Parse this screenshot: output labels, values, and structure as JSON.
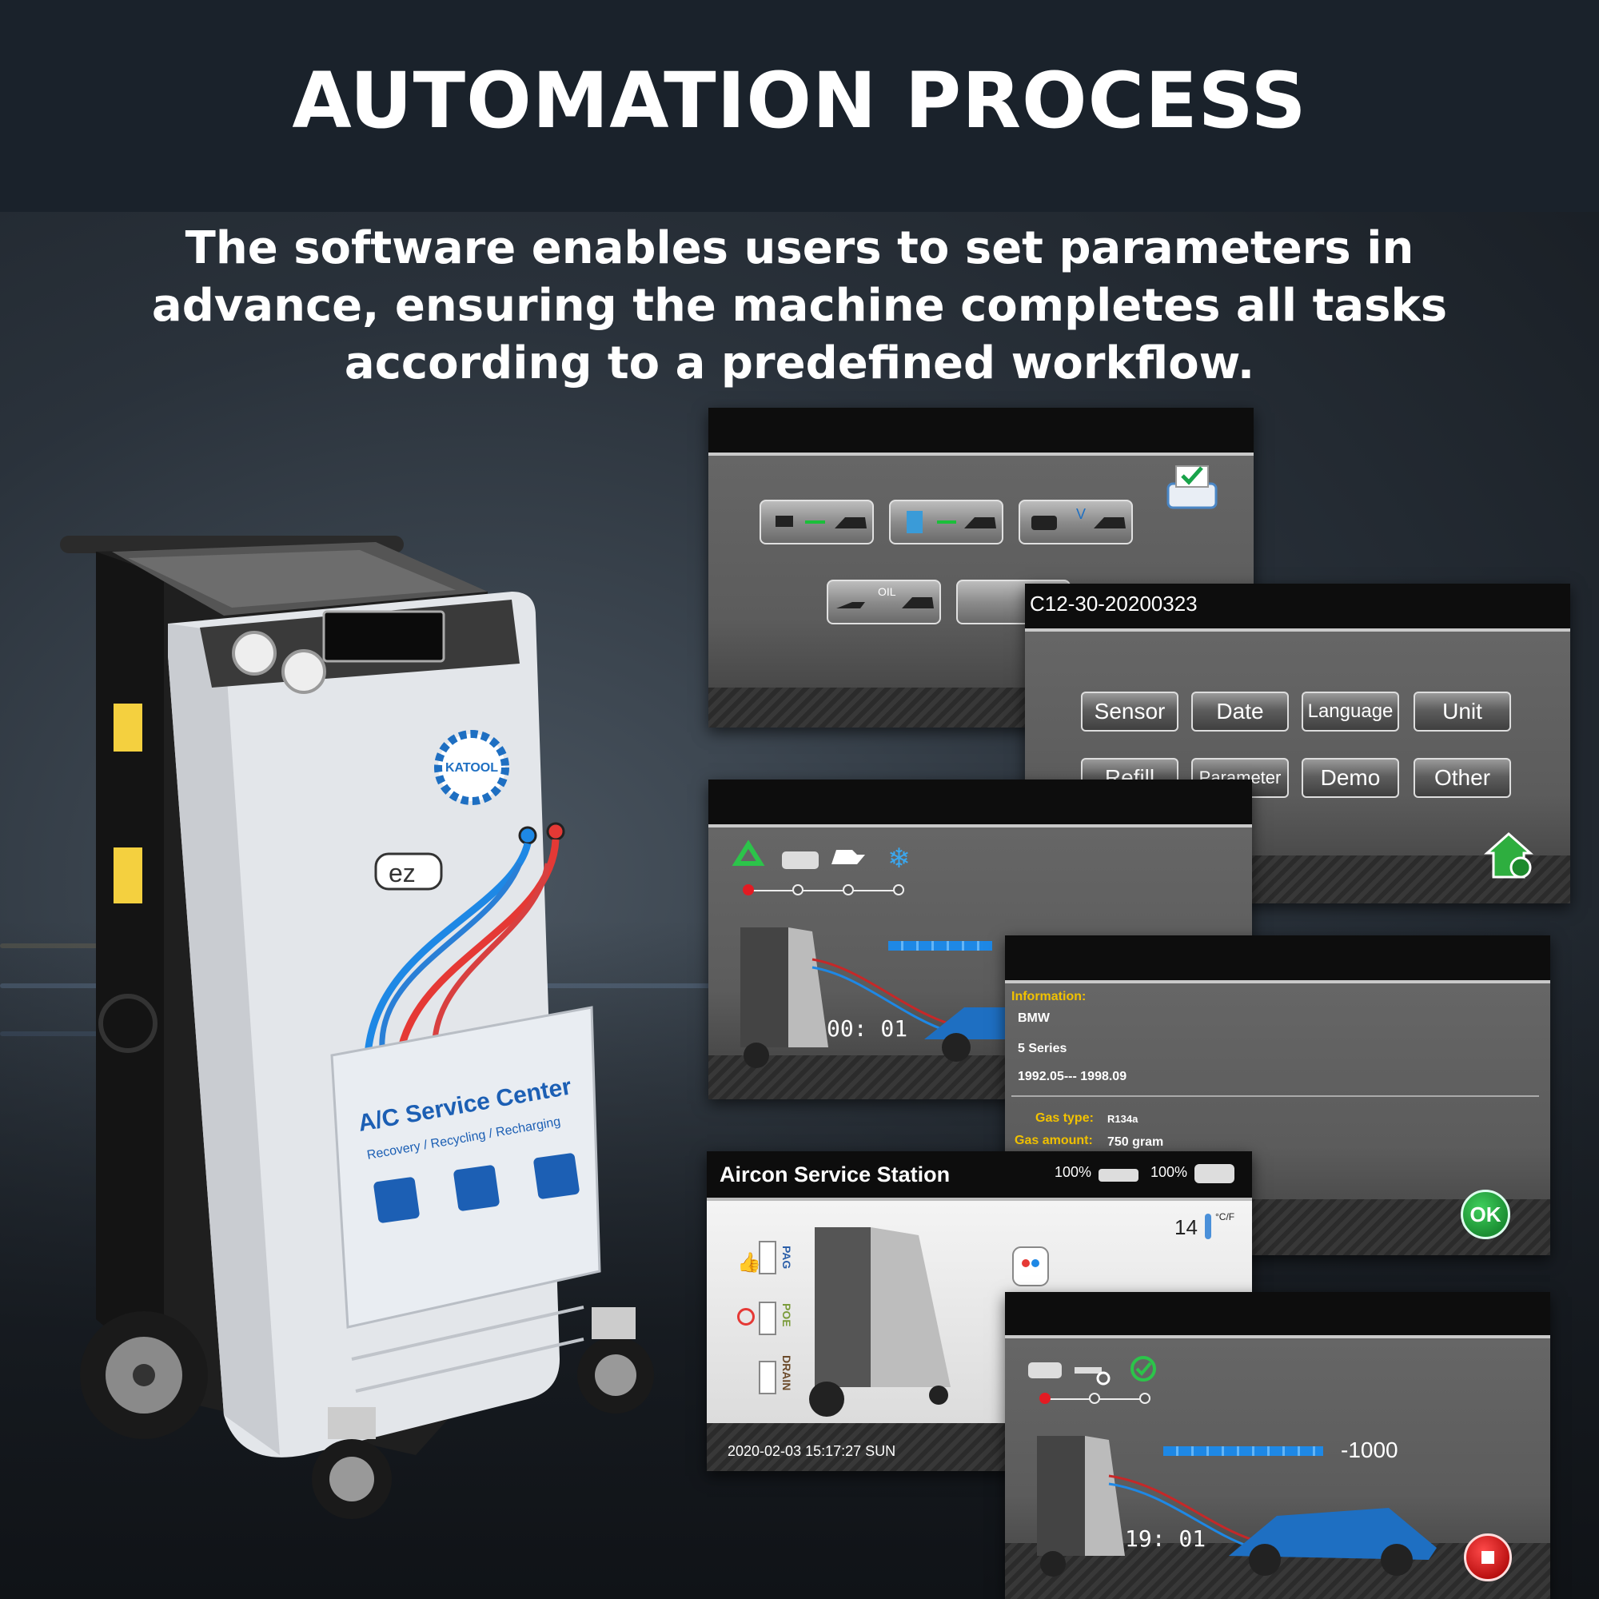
{
  "header": {
    "title": "AUTOMATION PROCESS",
    "subtitle": "The software enables users to set parameters in advance, ensuring the machine completes all tasks according to a predefined workflow."
  },
  "machine": {
    "brand": "KATOOL",
    "model_badge": "ez",
    "label_title": "A/C Service Center",
    "label_sub": "Recovery / Recycling / Recharging"
  },
  "screen_process": {
    "oil_label": "OIL",
    "icons": [
      "recovery-icon",
      "vacuum-icon",
      "oil-inject-icon",
      "recharge-icon",
      "print-icon"
    ]
  },
  "screen_settings": {
    "title": "C12-30-20200323",
    "buttons": [
      "Sensor",
      "Date",
      "Language",
      "Unit",
      "Refill",
      "Parameter",
      "Demo",
      "Other"
    ]
  },
  "screen_recovery": {
    "timer": "00:  01"
  },
  "screen_info": {
    "information_label": "Information:",
    "make": "BMW",
    "model": "5 Series",
    "years": "1992.05--- 1998.09",
    "gas_type_label": "Gas type:",
    "gas_type": "R134a",
    "gas_amount_label": "Gas amount:",
    "gas_amount": "750 gram",
    "ok_label": "OK"
  },
  "screen_station": {
    "title": "Aircon Service Station",
    "level_left": "100%",
    "level_right": "100%",
    "temperature": "14",
    "temp_unit": "°C/F",
    "oil_labels": [
      "PAG",
      "POE",
      "DRAIN"
    ],
    "datetime": "2020-02-03  15:17:27 SUN"
  },
  "screen_vacuum": {
    "pressure": "-1000",
    "timer": "19:  01"
  },
  "colors": {
    "accent_blue": "#1e88e5",
    "hose_red": "#e53935",
    "ok_green": "#1b8f33",
    "info_yellow": "#f2c200"
  }
}
